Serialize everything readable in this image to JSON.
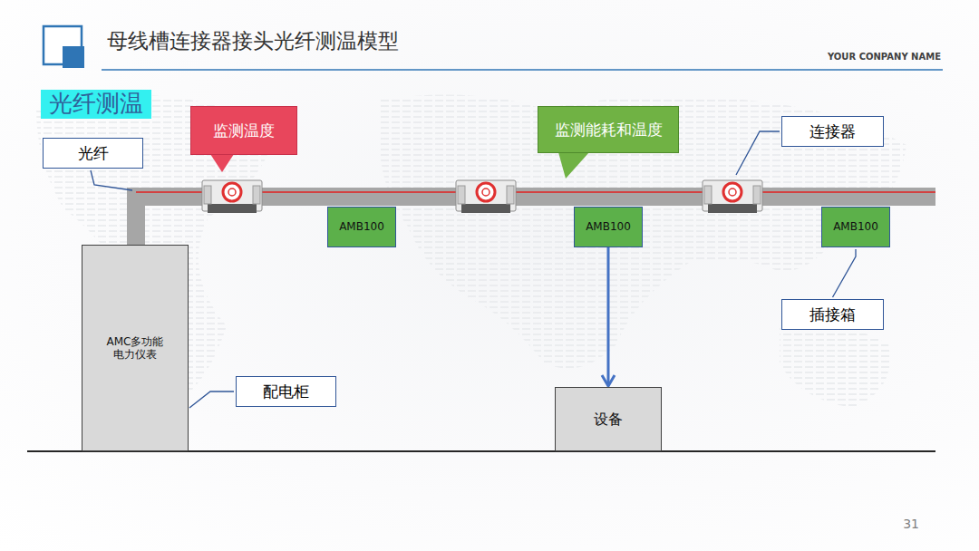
{
  "diagram": {
    "title": "母线槽连接器接头光纤测温模型",
    "nodes": [
      {
        "text": [
          "光纤测温"
        ]
      },
      {
        "text": [
          "监测温度"
        ]
      },
      {
        "text": [
          "监测能耗和温度"
        ]
      },
      {
        "text": [
          "连接器"
        ]
      },
      {
        "text": [
          "光纤"
        ]
      },
      {
        "text": [
          "AMB100"
        ]
      },
      {
        "text": [
          "AMB100"
        ]
      },
      {
        "text": [
          "AMB100"
        ]
      },
      {
        "text": [
          "插接箱"
        ]
      },
      {
        "text": [
          "AMC多功能 电力仪表"
        ]
      },
      {
        "text": [
          "配电柜"
        ]
      },
      {
        "text": [
          "设备"
        ]
      }
    ],
    "edges": [
      {
        "from": 6,
        "to": 11,
        "arrow": "to"
      },
      {
        "from": 10,
        "to": 9,
        "arrow": "none"
      },
      {
        "from": 8,
        "to": 7,
        "arrow": "none"
      }
    ],
    "labels": [
      "YOUR CONPANY NAME",
      "31"
    ]
  }
}
